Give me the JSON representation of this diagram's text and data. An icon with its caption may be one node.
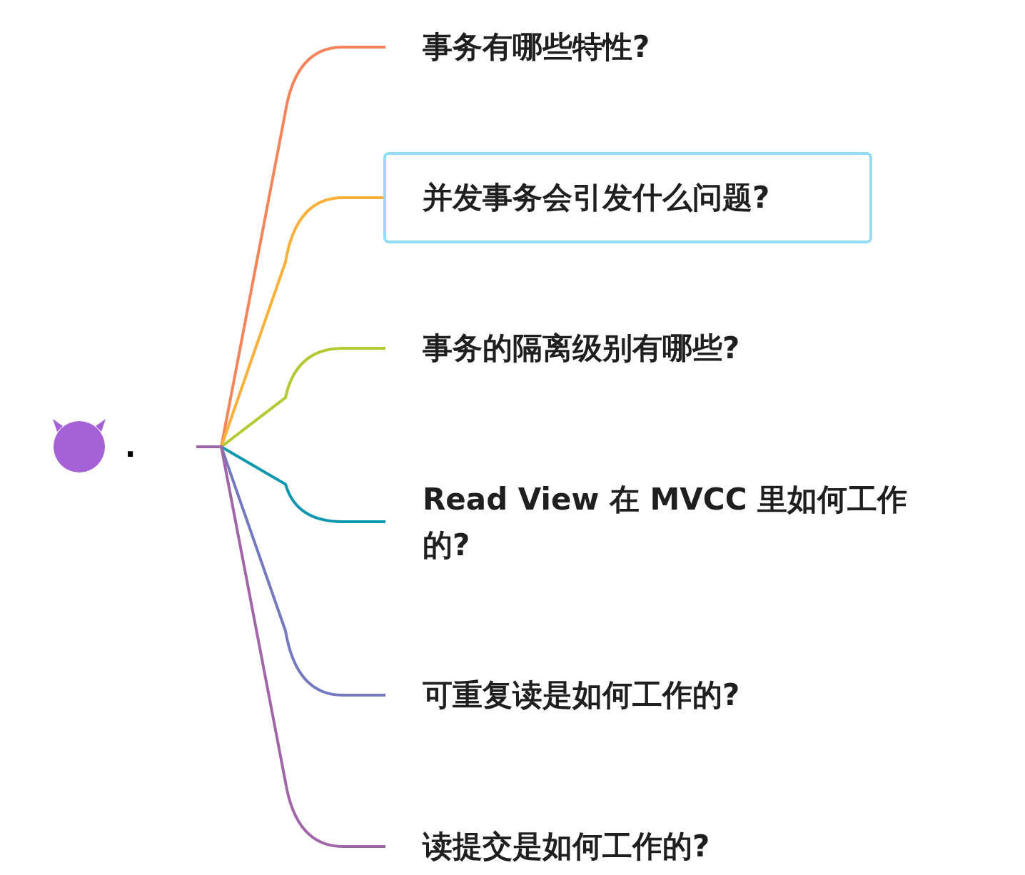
{
  "diagram": {
    "nodes": [
      {
        "text": [
          "."
        ]
      },
      {
        "text": [
          "事务有哪些特性?"
        ]
      },
      {
        "text": [
          "并发事务会引发什么问题?"
        ]
      },
      {
        "text": [
          "事务的隔离级别有哪些?"
        ]
      },
      {
        "text": [
          "Read View 在 MVCC 里如何工作的?"
        ]
      },
      {
        "text": [
          "可重复读是如何工作的?"
        ]
      },
      {
        "text": [
          "读提交是如何工作的?"
        ]
      }
    ],
    "edges": [
      {
        "from": 0,
        "to": 1,
        "arrow": "none",
        "color": "#f5845a"
      },
      {
        "from": 0,
        "to": 2,
        "arrow": "none",
        "color": "#fbb03b"
      },
      {
        "from": 0,
        "to": 3,
        "arrow": "none",
        "color": "#b5c932"
      },
      {
        "from": 0,
        "to": 4,
        "arrow": "none",
        "color": "#0d98b0"
      },
      {
        "from": 0,
        "to": 5,
        "arrow": "none",
        "color": "#7479c0"
      },
      {
        "from": 0,
        "to": 6,
        "arrow": "none",
        "color": "#a066a8"
      }
    ]
  }
}
